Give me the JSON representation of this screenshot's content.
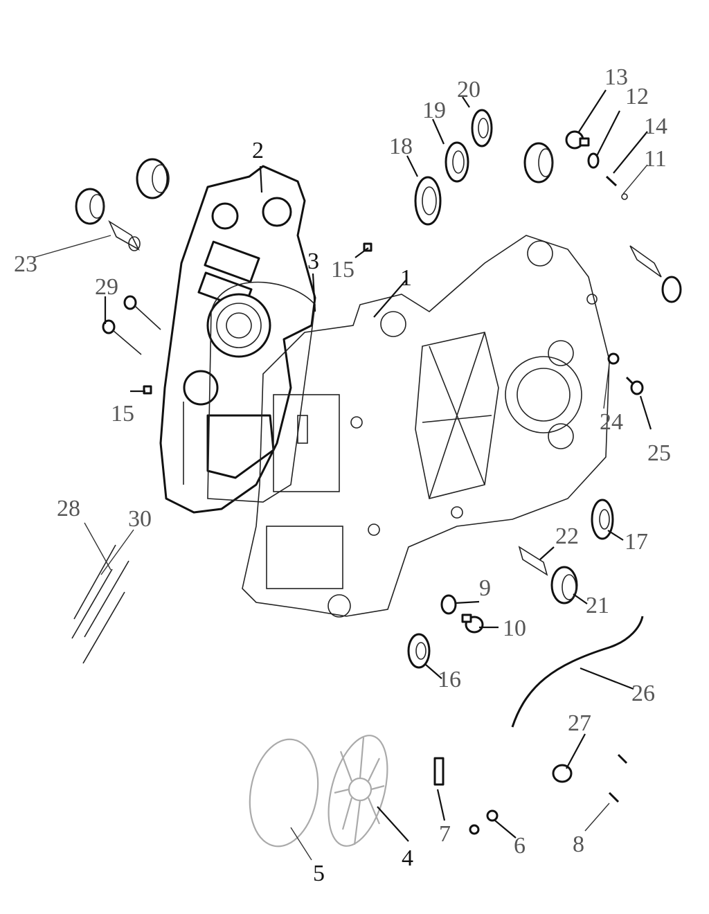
{
  "diagram": {
    "title": "Crankcase exploded view",
    "labels": [
      {
        "id": "1",
        "text": "1"
      },
      {
        "id": "2",
        "text": "2"
      },
      {
        "id": "3",
        "text": "3"
      },
      {
        "id": "4",
        "text": "4"
      },
      {
        "id": "5",
        "text": "5"
      },
      {
        "id": "6",
        "text": "6"
      },
      {
        "id": "7",
        "text": "7"
      },
      {
        "id": "8",
        "text": "8"
      },
      {
        "id": "9",
        "text": "9"
      },
      {
        "id": "10",
        "text": "10"
      },
      {
        "id": "11",
        "text": "11"
      },
      {
        "id": "12",
        "text": "12"
      },
      {
        "id": "13",
        "text": "13"
      },
      {
        "id": "14",
        "text": "14"
      },
      {
        "id": "15a",
        "text": "15"
      },
      {
        "id": "15b",
        "text": "15"
      },
      {
        "id": "16",
        "text": "16"
      },
      {
        "id": "17",
        "text": "17"
      },
      {
        "id": "18",
        "text": "18"
      },
      {
        "id": "19",
        "text": "19"
      },
      {
        "id": "20",
        "text": "20"
      },
      {
        "id": "21",
        "text": "21"
      },
      {
        "id": "22",
        "text": "22"
      },
      {
        "id": "23",
        "text": "23"
      },
      {
        "id": "24",
        "text": "24"
      },
      {
        "id": "25",
        "text": "25"
      },
      {
        "id": "26",
        "text": "26"
      },
      {
        "id": "27",
        "text": "27"
      },
      {
        "id": "28",
        "text": "28"
      },
      {
        "id": "29",
        "text": "29"
      },
      {
        "id": "30",
        "text": "30"
      }
    ],
    "colors": {
      "line": "#111111",
      "label": "#555555",
      "background": "#ffffff"
    }
  }
}
